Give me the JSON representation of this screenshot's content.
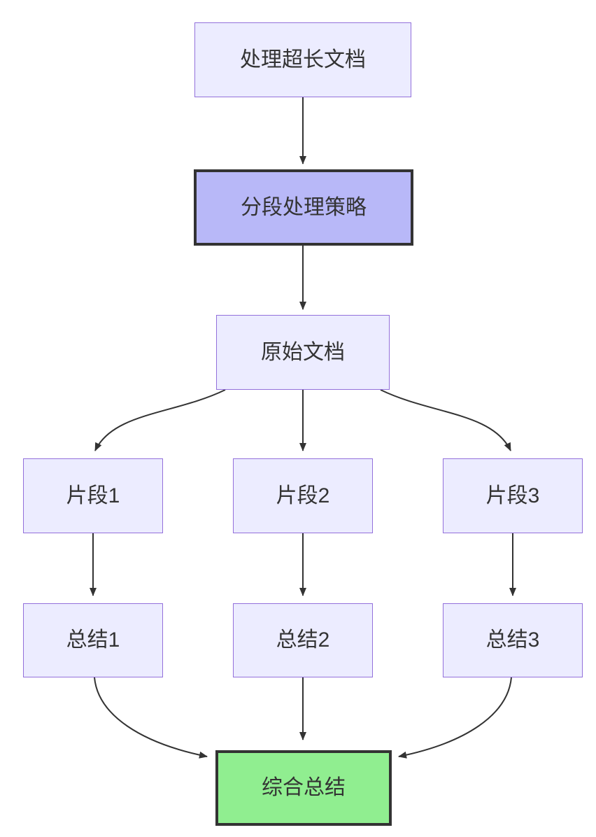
{
  "diagram": {
    "type": "flowchart-top-down",
    "nodes": [
      {
        "label": "处理超长文档",
        "kind": "default"
      },
      {
        "label": "分段处理策略",
        "kind": "highlight"
      },
      {
        "label": "原始文档",
        "kind": "default"
      },
      {
        "label": "片段1",
        "kind": "default"
      },
      {
        "label": "片段2",
        "kind": "default"
      },
      {
        "label": "片段3",
        "kind": "default"
      },
      {
        "label": "总结1",
        "kind": "default"
      },
      {
        "label": "总结2",
        "kind": "default"
      },
      {
        "label": "总结3",
        "kind": "default"
      },
      {
        "label": "综合总结",
        "kind": "result"
      }
    ],
    "edges": [
      {
        "from": "处理超长文档",
        "to": "分段处理策略"
      },
      {
        "from": "分段处理策略",
        "to": "原始文档"
      },
      {
        "from": "原始文档",
        "to": "片段1"
      },
      {
        "from": "原始文档",
        "to": "片段2"
      },
      {
        "from": "原始文档",
        "to": "片段3"
      },
      {
        "from": "片段1",
        "to": "总结1"
      },
      {
        "from": "片段2",
        "to": "总结2"
      },
      {
        "from": "片段3",
        "to": "总结3"
      },
      {
        "from": "总结1",
        "to": "综合总结"
      },
      {
        "from": "总结2",
        "to": "综合总结"
      },
      {
        "from": "总结3",
        "to": "综合总结"
      }
    ],
    "colors": {
      "background": "#ffffff",
      "node_fill": "#ECECFF",
      "node_border": "#9370DB",
      "highlight_fill": "#b8b8f8",
      "highlight_border": "#333333",
      "result_fill": "#90EE90",
      "result_border": "#333333",
      "edge": "#333333",
      "text": "#333333"
    }
  }
}
